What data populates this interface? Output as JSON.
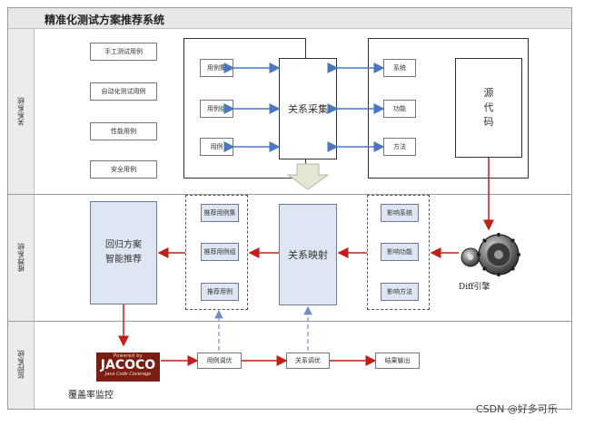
{
  "title": "精准化测试方案推荐系统",
  "lanes": {
    "relation": "关系系统",
    "recommend": "推荐系统",
    "monitor": "监控系统"
  },
  "case_types": [
    "手工测试用例",
    "自动化测试用例",
    "性能用例",
    "安全用例"
  ],
  "case_units": [
    "用例集",
    "用例组",
    "用例"
  ],
  "relation_collect": "关系采集",
  "code_units": [
    "系统",
    "功能",
    "方法"
  ],
  "source_code": "源代码",
  "recommend_cases": [
    "推荐用例集",
    "推荐用例组",
    "推荐用例"
  ],
  "relation_map": "关系映射",
  "impact_items": [
    "影响系统",
    "影响功能",
    "影响方法"
  ],
  "regression": [
    "回归方案",
    "智能推荐"
  ],
  "diff_engine": "Diff引擎",
  "jacoco": {
    "top": "Powered by",
    "main": "JACOCO",
    "sub": "Java Code Coverage"
  },
  "coverage_monitor": "覆盖率监控",
  "monitor_steps": [
    "用例调优",
    "关系调优",
    "结果输出"
  ],
  "watermark": "CSDN @好多可乐"
}
